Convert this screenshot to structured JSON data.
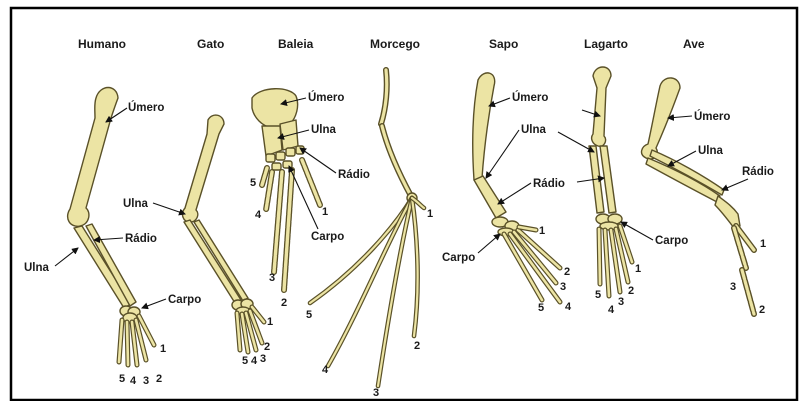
{
  "colors": {
    "bone": "#ece4a4",
    "outline": "#5a5128",
    "frame": "#000000",
    "background": "#ffffff"
  },
  "columns": [
    {
      "id": "humano",
      "title": "Humano"
    },
    {
      "id": "gato",
      "title": "Gato"
    },
    {
      "id": "baleia",
      "title": "Baleia"
    },
    {
      "id": "morcego",
      "title": "Morcego"
    },
    {
      "id": "sapo",
      "title": "Sapo"
    },
    {
      "id": "lagarto",
      "title": "Lagarto"
    },
    {
      "id": "ave",
      "title": "Ave"
    }
  ],
  "labels": {
    "umero": "Úmero",
    "ulna": "Ulna",
    "radio": "Rádio",
    "carpo": "Carpo"
  },
  "digits": {
    "d1": "1",
    "d2": "2",
    "d3": "3",
    "d4": "4",
    "d5": "5"
  }
}
